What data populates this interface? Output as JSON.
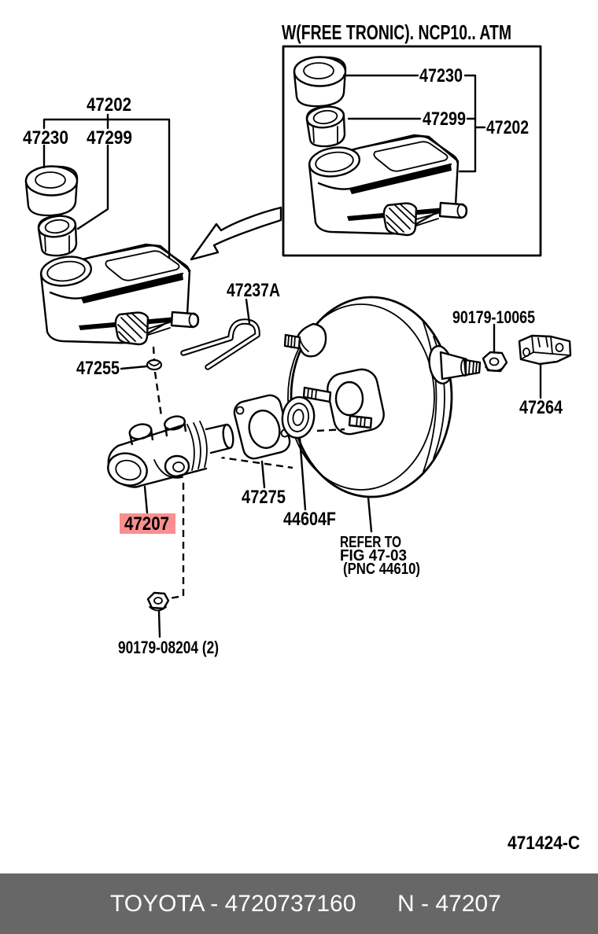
{
  "inset": {
    "title": "W(FREE TRONIC). NCP10.. ATM",
    "cap_label": "47230",
    "filter_label": "47299",
    "assembly_label": "47202"
  },
  "main": {
    "assembly_label": "47202",
    "cap_label": "47230",
    "filter_label": "47299",
    "tube_label": "47237A",
    "grommet_label": "47255",
    "master_cylinder_label": "47207",
    "gasket_label": "47275",
    "seal_label": "44604F",
    "booster_ref_line1": "REFER TO",
    "booster_ref_line2": "FIG 47-03",
    "booster_ref_line3": "(PNC 44610)",
    "booster_nut_label": "90179-10065",
    "bracket_label": "47264",
    "mc_nut_label": "90179-08204 (2)",
    "figure_code": "471424-C"
  },
  "highlight": {
    "background": "#f98f8f",
    "text_color": "#7a2020"
  },
  "footer": {
    "left_text": "TOYOTA - 4720737160",
    "right_text": "N - 47207",
    "background": "#676767",
    "text_color": "#ffffff"
  }
}
